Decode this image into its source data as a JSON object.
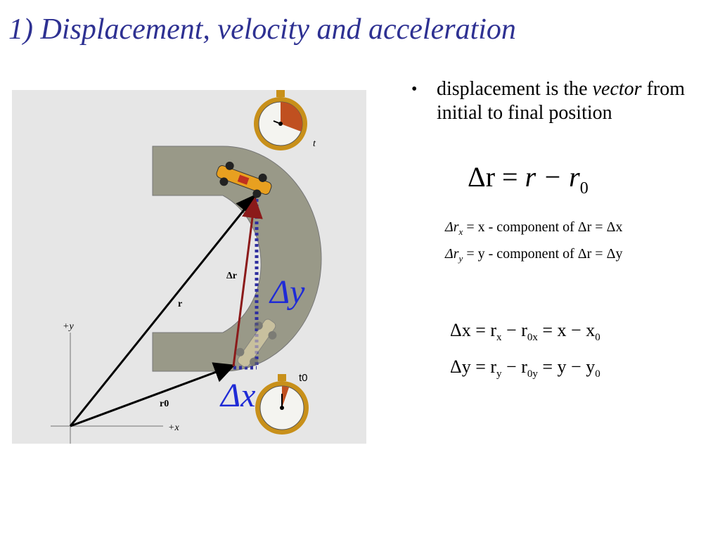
{
  "title": "1) Displacement, velocity and acceleration",
  "bullet": {
    "text_before": "displacement is the ",
    "text_italic": "vector",
    "text_after": " from initial to final position"
  },
  "main_equation": {
    "lhs": "Δr",
    "rhs": "r − r",
    "subscript": "0",
    "equals": "="
  },
  "components": [
    {
      "lhs": "Δr",
      "sub": "x",
      "rest": " = x - component of Δr = Δx"
    },
    {
      "lhs": "Δr",
      "sub": "y",
      "rest": " = y - component of Δr = Δy"
    }
  ],
  "differences": [
    {
      "text": "Δx = r",
      "sub1": "x",
      "mid": " − r",
      "sub2": "0x",
      "end": " = x − x",
      "sub3": "0"
    },
    {
      "text": "Δy = r",
      "sub1": "y",
      "mid": " − r",
      "sub2": "0y",
      "end": " = y − y",
      "sub3": "0"
    }
  ],
  "figure": {
    "label_t": "t",
    "label_t0": "t0",
    "label_dr": "Δr",
    "label_r": "r",
    "label_r0": "r0",
    "axis_y": "+y",
    "axis_x": "+x",
    "delta_y": "Δy",
    "delta_x": "Δx"
  },
  "colors": {
    "title": "#2e3192",
    "track": "#999988",
    "dr_arrow": "#8b1a1a",
    "dotted": "#3030a0",
    "delta_labels": "#1f2bd6",
    "clock_rim": "#c8901a",
    "clock_wedge": "#c05020"
  }
}
